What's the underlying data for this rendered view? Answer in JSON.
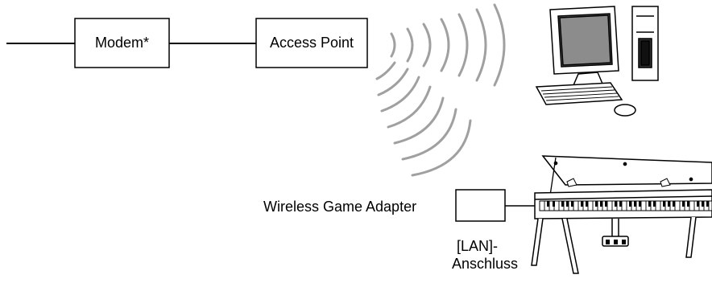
{
  "diagram": {
    "modem_label": "Modem*",
    "access_point_label": "Access Point",
    "adapter_label": "Wireless Game Adapter",
    "lan_port_label_line1": "[LAN]-",
    "lan_port_label_line2": "Anschluss",
    "line_color": "#000000",
    "wave_color": "#9a9a9a"
  }
}
